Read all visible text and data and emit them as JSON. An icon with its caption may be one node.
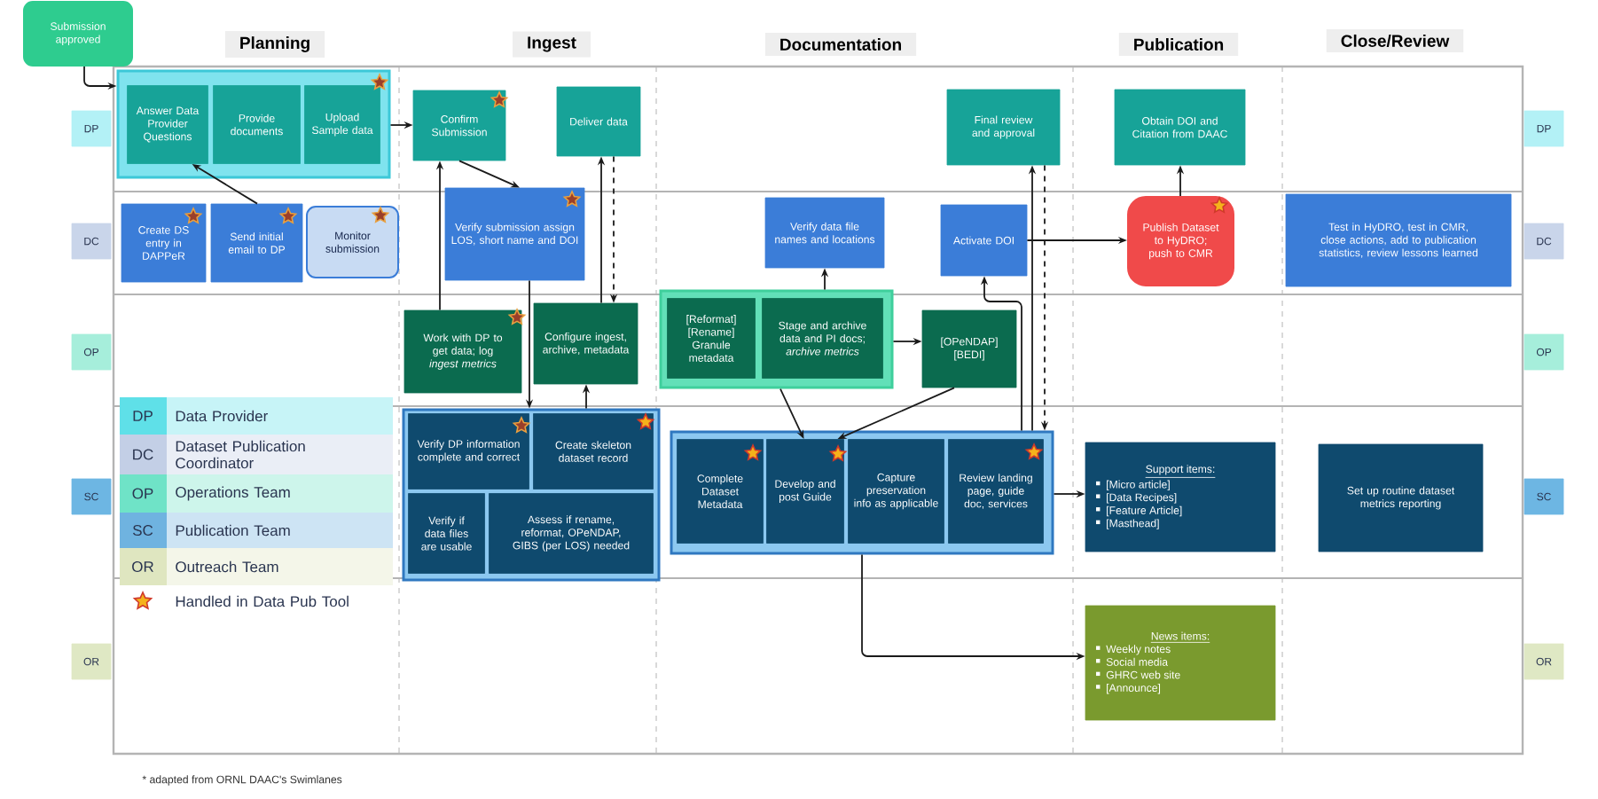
{
  "diagram": {
    "nodes": [
      {
        "text": [
          "Submission approved"
        ]
      },
      {
        "text": [],
        "shape": "box"
      },
      {
        "text": [
          "Answer Data Provider Questions"
        ],
        "in": 1
      },
      {
        "text": [
          "Provide documents"
        ],
        "in": 1
      },
      {
        "text": [
          "Upload Sample data"
        ],
        "in": 1
      },
      {
        "text": [
          "Confirm Submission"
        ]
      },
      {
        "text": [
          "Deliver data"
        ]
      },
      {
        "text": [
          "Final review and approval"
        ]
      },
      {
        "text": [
          "Obtain DOI and Citation from DAAC"
        ]
      },
      {
        "text": [
          "Create DS entry in DAPPeR"
        ]
      },
      {
        "text": [
          "Send initial email to DP"
        ]
      },
      {
        "text": [
          "Monitor submission"
        ]
      },
      {
        "text": [
          "Verify submission assign LOS, short name and DOI"
        ]
      },
      {
        "text": [
          "Verify data file names and locations"
        ]
      },
      {
        "text": [
          "Activate DOI"
        ]
      },
      {
        "text": [
          "Publish Dataset to HyDRO; push to CMR"
        ]
      },
      {
        "text": [
          "Test in HyDRO, test in CMR, close actions, add to publication statistics, review lessons learned"
        ]
      },
      {
        "text": [
          "Work with DP to get data; log *ingest metrics*"
        ]
      },
      {
        "text": [
          "Configure ingest, archive, metadata"
        ]
      },
      {
        "text": [],
        "shape": "box"
      },
      {
        "text": [
          "[Reformat] [Rename] Granule metadata"
        ],
        "in": 19
      },
      {
        "text": [
          "Stage and archive data and PI docs; *archive metrics*"
        ],
        "in": 19
      },
      {
        "text": [
          "[OPeNDAP] [BEDI]"
        ]
      },
      {
        "text": [],
        "shape": "box"
      },
      {
        "text": [
          "Verify DP information complete and correct"
        ],
        "in": 23
      },
      {
        "text": [
          "Create skeleton dataset record"
        ],
        "in": 23
      },
      {
        "text": [
          "Verify if data files are usable"
        ],
        "in": 23
      },
      {
        "text": [
          "Assess if rename, reformat, OPeNDAP, GIBS (per LOS) needed"
        ],
        "in": 23
      },
      {
        "text": [],
        "shape": "box"
      },
      {
        "text": [
          "Complete Dataset Metadata"
        ],
        "in": 28
      },
      {
        "text": [
          "Develop and post Guide"
        ],
        "in": 28
      },
      {
        "text": [
          "Capture preservation info as applicable"
        ],
        "in": 28
      },
      {
        "text": [
          "Review landing page, guide doc, services"
        ],
        "in": 28
      },
      {
        "text": [
          "Support items:",
          "[Micro article]",
          "[Data Recipes]",
          "[Feature Article]",
          "[Masthead]"
        ]
      },
      {
        "text": [
          "Set up routine dataset metrics reporting"
        ]
      },
      {
        "text": [
          "News items:",
          "Weekly notes",
          "Social media",
          "GHRC web site",
          "[Announce]"
        ]
      },
      {
        "text": [
          "DP"
        ]
      },
      {
        "text": [
          "DP"
        ]
      },
      {
        "text": [
          "DC"
        ]
      },
      {
        "text": [
          "DC"
        ]
      },
      {
        "text": [
          "OP"
        ]
      },
      {
        "text": [
          "OP"
        ]
      },
      {
        "text": [
          "SC"
        ]
      },
      {
        "text": [
          "SC"
        ]
      },
      {
        "text": [
          "OR"
        ]
      },
      {
        "text": [
          "OR"
        ]
      }
    ],
    "edges": [
      {
        "from": 0,
        "to": 1,
        "arrow": "to"
      },
      {
        "from": 1,
        "to": 5,
        "arrow": "to"
      },
      {
        "from": 10,
        "to": 2,
        "arrow": "to"
      },
      {
        "from": 5,
        "to": 12,
        "arrow": "to"
      },
      {
        "from": 17,
        "to": 5,
        "arrow": "to"
      },
      {
        "from": 12,
        "to": 23,
        "arrow": "to"
      },
      {
        "from": 18,
        "to": 6,
        "arrow": "to"
      },
      {
        "from": 6,
        "to": 18,
        "arrow": "to",
        "style": "dashed"
      },
      {
        "from": 23,
        "to": 18,
        "arrow": "to"
      },
      {
        "from": 19,
        "to": 13,
        "arrow": "to"
      },
      {
        "from": 19,
        "to": 22,
        "arrow": "to"
      },
      {
        "from": 19,
        "to": 30,
        "arrow": "to"
      },
      {
        "from": 22,
        "to": 30,
        "arrow": "to"
      },
      {
        "from": 28,
        "to": 14,
        "arrow": "to"
      },
      {
        "from": 28,
        "to": 7,
        "arrow": "to"
      },
      {
        "from": 7,
        "to": 28,
        "arrow": "to",
        "style": "dashed"
      },
      {
        "from": 14,
        "to": 15,
        "arrow": "to"
      },
      {
        "from": 15,
        "to": 8,
        "arrow": "to"
      },
      {
        "from": 28,
        "to": 33,
        "arrow": "to"
      },
      {
        "from": 28,
        "to": 35,
        "arrow": "to"
      }
    ],
    "labels": [
      "Planning",
      "Ingest",
      "Documentation",
      "Publication",
      "Close/Review",
      "DP",
      "DC",
      "OP",
      "SC",
      "OR",
      "* adapted from ORNL DAAC's Swimlanes"
    ],
    "legend": [
      {
        "text": "Data Provider",
        "color": "#5fe0e8"
      },
      {
        "text": "Dataset Publication Coordinator",
        "color": "#c3cfe6"
      },
      {
        "text": "Operations Team",
        "color": "#6fe3c7"
      },
      {
        "text": "Publication Team",
        "color": "#6fb3e0"
      },
      {
        "text": "Outreach Team",
        "color": "#dfe6c0"
      },
      {
        "text": "Handled in Data Pub Tool"
      }
    ]
  }
}
